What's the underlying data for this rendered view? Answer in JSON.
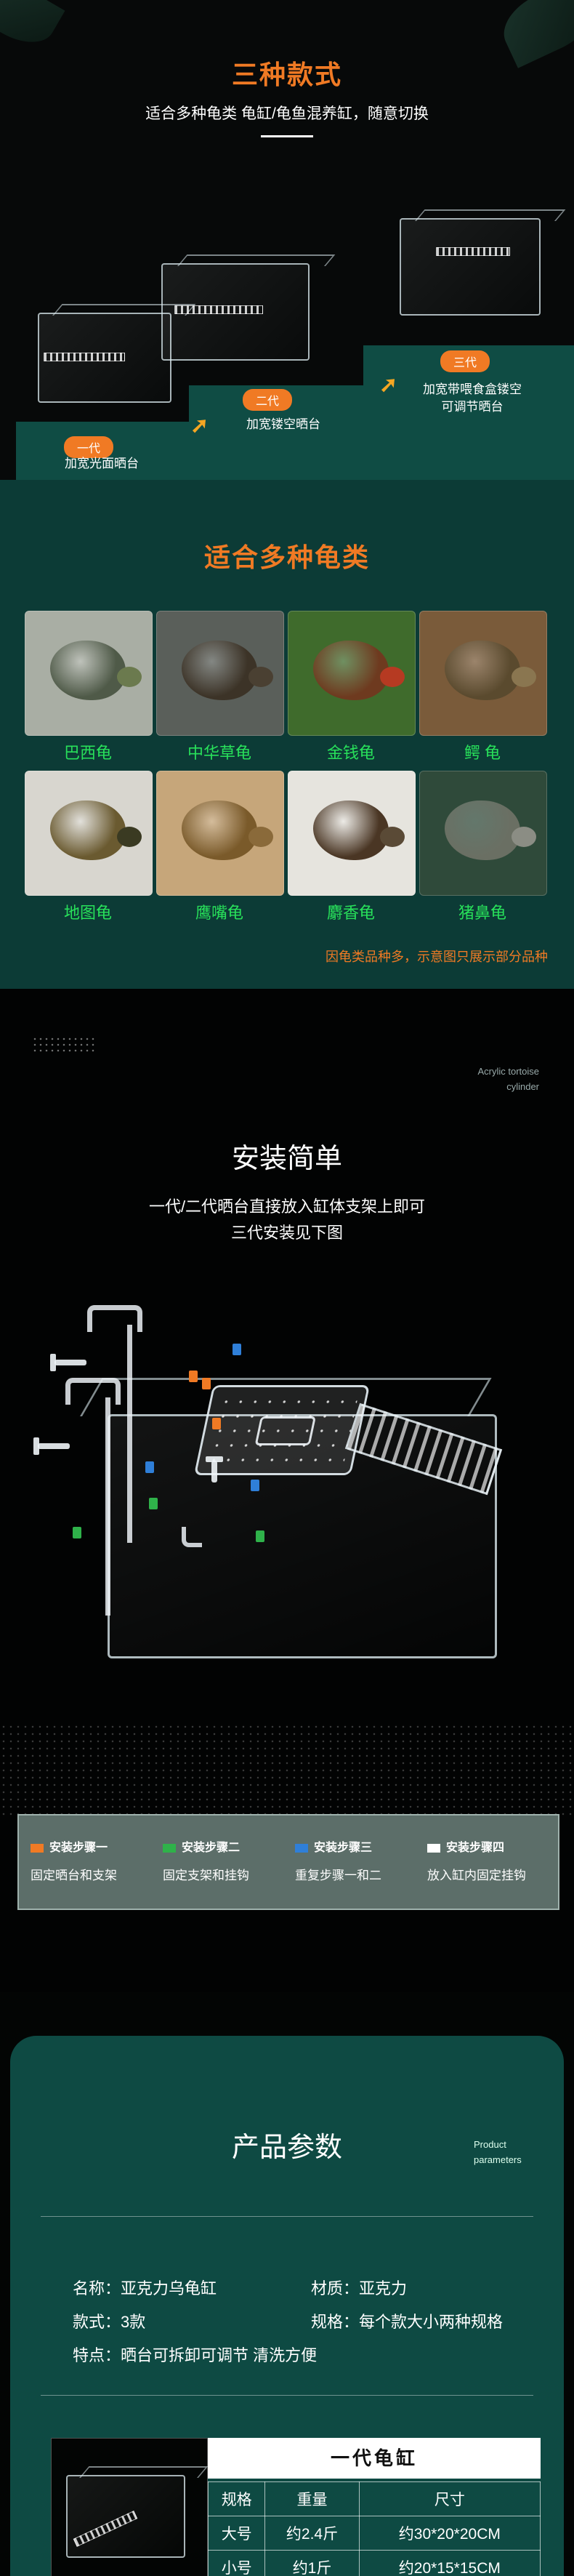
{
  "styles_section": {
    "title": "三种款式",
    "subtitle": "适合多种龟类 龟缸/龟鱼混养缸，随意切换",
    "gen1": {
      "badge": "一代",
      "caption": "加宽光面晒台"
    },
    "gen2": {
      "badge": "二代",
      "caption": "加宽镂空晒台"
    },
    "gen3": {
      "badge": "三代",
      "caption_line1": "加宽带喂食盒镂空",
      "caption_line2": "可调节晒台"
    }
  },
  "species_section": {
    "title": "适合多种龟类",
    "species": [
      {
        "name": "巴西龟",
        "shell": "#4f5a48",
        "bg": "#a9aea4",
        "head": "#6b7a4e"
      },
      {
        "name": "中华草龟",
        "shell": "#3c3327",
        "bg": "#5a5f5a",
        "head": "#4a4032"
      },
      {
        "name": "金钱龟",
        "shell": "#6e3a1f",
        "bg": "#3f6b2c",
        "head": "#b63a22"
      },
      {
        "name": "鳄  龟",
        "shell": "#5a4a2e",
        "bg": "#7a5b3a",
        "head": "#8a7650"
      },
      {
        "name": "地图龟",
        "shell": "#6a5a30",
        "bg": "#d8d6cf",
        "head": "#3a3a22"
      },
      {
        "name": "鹰嘴龟",
        "shell": "#7a5a2a",
        "bg": "#c6a67a",
        "head": "#8a6a3a"
      },
      {
        "name": "麝香龟",
        "shell": "#4a3624",
        "bg": "#e6e4de",
        "head": "#5a4a36"
      },
      {
        "name": "猪鼻龟",
        "shell": "#6a6f63",
        "bg": "#2f4a3a",
        "head": "#8b8d84"
      }
    ],
    "note": "因龟类品种多，示意图只展示部分品种"
  },
  "install_section": {
    "en_line1": "Acrylic tortoise",
    "en_line2": "cylinder",
    "title": "安装简单",
    "desc_line1": "一代/二代晒台直接放入缸体支架上即可",
    "desc_line2": "三代安装见下图",
    "steps": [
      {
        "title": "安装步骤一",
        "desc": "固定晒台和支架",
        "color": "#f07a24"
      },
      {
        "title": "安装步骤二",
        "desc": "固定支架和挂钩",
        "color": "#2fb24a"
      },
      {
        "title": "安装步骤三",
        "desc": "重复步骤一和二",
        "color": "#2f7fd8"
      },
      {
        "title": "安装步骤四",
        "desc": "放入缸内固定挂钩",
        "color": "#ffffff"
      }
    ]
  },
  "params_section": {
    "title": "产品参数",
    "en_line1": "Product",
    "en_line2": "parameters",
    "name": "名称：亚克力乌龟缸",
    "material": "材质：亚克力",
    "styles": "款式：3款",
    "spec": "规格：每个款大小两种规格",
    "feature": "特点：晒台可拆卸可调节 清洗方便",
    "table": {
      "title": "一代龟缸",
      "headers": [
        "规格",
        "重量",
        "尺寸"
      ],
      "rows": [
        [
          "大号",
          "约2.4斤",
          "约30*20*20CM"
        ],
        [
          "小号",
          "约1斤",
          "约20*15*15CM"
        ]
      ]
    }
  }
}
